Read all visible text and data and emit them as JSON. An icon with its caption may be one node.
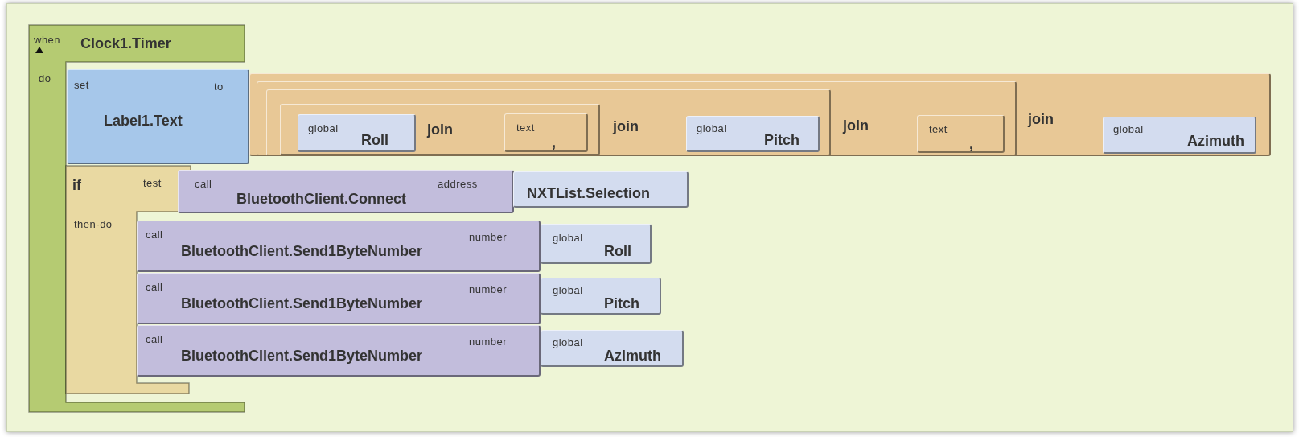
{
  "diagram": {
    "nodes": [
      {
        "text": [
          "when",
          "Clock1.Timer",
          "do"
        ]
      },
      {
        "text": [
          "set",
          "to",
          "Label1.Text"
        ],
        "in": 0
      },
      {
        "text": [
          "join"
        ]
      },
      {
        "text": [
          "join"
        ],
        "in": 2
      },
      {
        "text": [
          "join"
        ],
        "in": 3
      },
      {
        "text": [
          "join"
        ],
        "in": 4
      },
      {
        "text": [
          "global",
          "Roll"
        ],
        "in": 5
      },
      {
        "text": [
          "text",
          ","
        ],
        "in": 5
      },
      {
        "text": [
          "global",
          "Pitch"
        ],
        "in": 4
      },
      {
        "text": [
          "text",
          ","
        ],
        "in": 3
      },
      {
        "text": [
          "global",
          "Azimuth"
        ],
        "in": 2
      },
      {
        "text": [
          "if",
          "test",
          "then-do"
        ],
        "in": 0
      },
      {
        "text": [
          "call",
          "BluetoothClient.Connect",
          "address"
        ]
      },
      {
        "text": [
          "NXTList.Selection"
        ]
      },
      {
        "text": [
          "call",
          "BluetoothClient.Send1ByteNumber",
          "number"
        ]
      },
      {
        "text": [
          "global",
          "Roll"
        ]
      },
      {
        "text": [
          "call",
          "BluetoothClient.Send1ByteNumber",
          "number"
        ]
      },
      {
        "text": [
          "global",
          "Pitch"
        ]
      },
      {
        "text": [
          "call",
          "BluetoothClient.Send1ByteNumber",
          "number"
        ]
      },
      {
        "text": [
          "global",
          "Azimuth"
        ]
      }
    ]
  }
}
